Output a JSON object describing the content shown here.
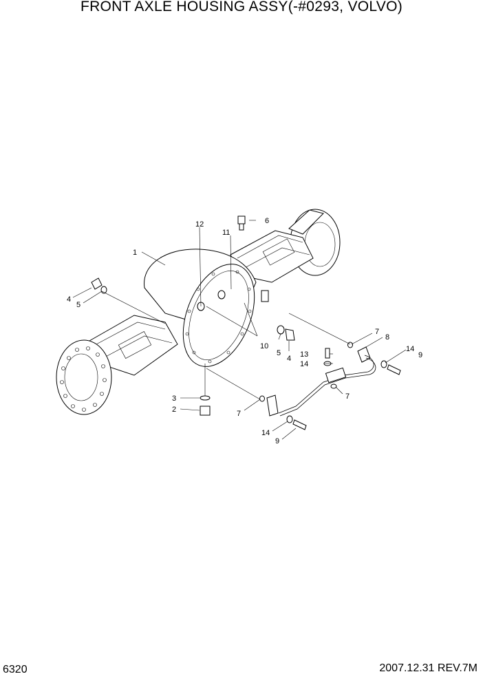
{
  "header": {
    "title": "FRONT AXLE HOUSING ASSY(-#0293, VOLVO)"
  },
  "footer": {
    "page_number": "6320",
    "revision": "2007.12.31  REV.7M"
  },
  "callouts": {
    "c1": "1",
    "c2": "2",
    "c3": "3",
    "c4a": "4",
    "c4b": "4",
    "c5a": "5",
    "c5b": "5",
    "c6": "6",
    "c7a": "7",
    "c7b": "7",
    "c7c": "7",
    "c8": "8",
    "c9a": "9",
    "c9b": "9",
    "c10": "10",
    "c11": "11",
    "c12": "12",
    "c13": "13",
    "c14a": "14",
    "c14b": "14",
    "c14c": "14"
  }
}
